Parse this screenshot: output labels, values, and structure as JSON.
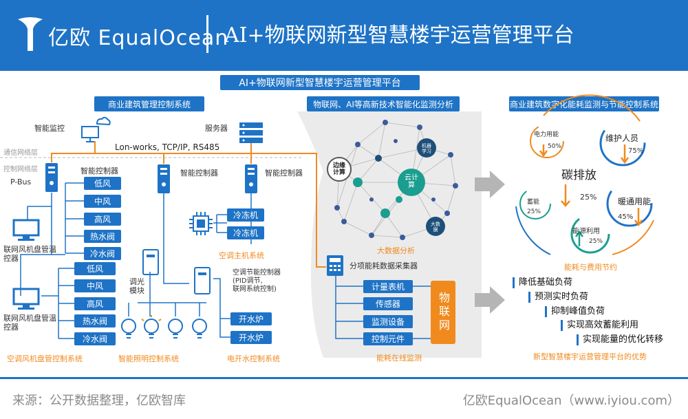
{
  "header": {
    "brand": "亿欧 EqualOcean",
    "title": "AI+物联网新型智慧楼宇运营管理平台"
  },
  "main_title": "AI+物联网新型智慧楼宇运营管理平台",
  "left": {
    "section_title": "商业建筑管理控制系统",
    "layer_comm": "通信网络层",
    "layer_ctrl": "控制网络层",
    "monitor_label": "智能监控",
    "server_label": "服务器",
    "protocol": "Lon-works, TCP/IP, RS485",
    "pbus": "P-Bus",
    "controller_1": "智能控制器",
    "controller_2": "智能控制器",
    "controller_3": "智能控制器",
    "fan_boxes_1": [
      "低风",
      "中风",
      "高风",
      "热水阀",
      "冷水阀"
    ],
    "fan_boxes_2": [
      "低风",
      "中风",
      "高风",
      "热水阀",
      "冷水阀"
    ],
    "pc_label_1": "联网风机盘管温控器",
    "pc_label_2": "联网风机盘管温控器",
    "chiller_boxes": [
      "冷冻机",
      "冷冻机"
    ],
    "ac_host_system": "空调主机系统",
    "ac_energy_ctrl": "空调节能控制器\n(PID调节,\n联网系统控制)",
    "dimmer": "调光\n模块",
    "boiler_boxes": [
      "开水炉",
      "开水炉"
    ],
    "sys_fan_coil": "空调风机盘管控制系统",
    "sys_lighting": "智能照明控制系统",
    "sys_water": "电开水控制系统"
  },
  "middle": {
    "section_title": "物联网、AI等高新技术智能化监测分析",
    "edge": "边缘计算",
    "ml": "机器学习",
    "cloud": "云计算",
    "bigdata_node": "大数据",
    "bigdata_label": "大数据分析",
    "collector": "分项能耗数据采集器",
    "iot_boxes": [
      "计量表机",
      "传感器",
      "监测设备",
      "控制元件"
    ],
    "iot": "物联网",
    "online_monitor": "能耗在线监测"
  },
  "right": {
    "section_title": "商业建筑数字化能耗监测与节能控制系统",
    "center": "碳排放",
    "center_pct": "25%",
    "items": [
      {
        "label": "电力用能",
        "pct": "50%"
      },
      {
        "label": "维护人员",
        "pct": "75%"
      },
      {
        "label": "蓄能",
        "pct": "25%"
      },
      {
        "label": "暖通用能",
        "pct": "45%"
      },
      {
        "label": "能源利用",
        "pct": "25%"
      }
    ],
    "saving_label": "能耗与费用节约",
    "benefits": [
      "降低基础负荷",
      "预测实时负荷",
      "抑制峰值负荷",
      "实现高效蓄能利用",
      "实现能量的优化转移"
    ],
    "advantage_label": "新型智慧楼宇运营管理平台的优势"
  },
  "footer": {
    "source": "来源：公开数据整理，亿欧智库",
    "brand": "亿欧EqualOcean（www.iyiou.com）"
  },
  "colors": {
    "blue": "#1e73c6",
    "orange": "#f08a1d",
    "teal": "#1a9e8f",
    "gray": "#e9e9e9"
  }
}
